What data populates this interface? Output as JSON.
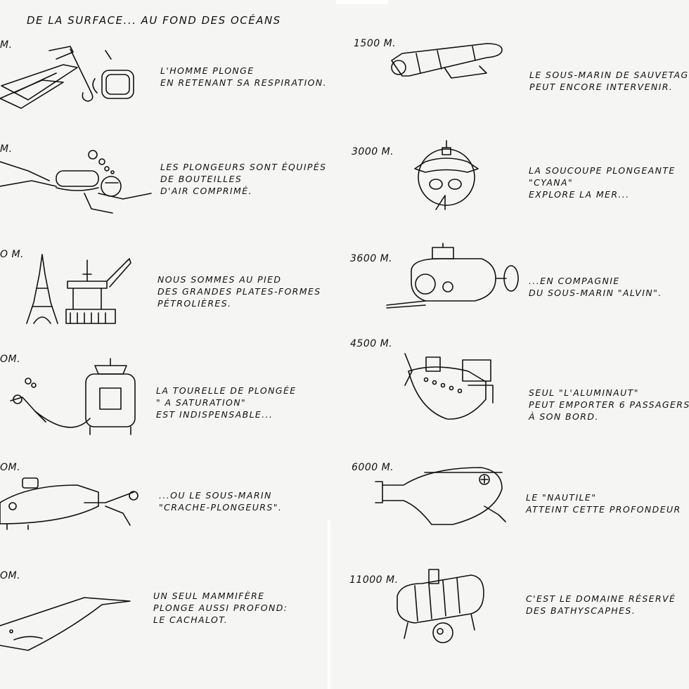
{
  "title": "DE LA SURFACE... AU FOND DES OCÉANS",
  "left_column": [
    {
      "depth": "M.",
      "lines": [
        "L'HOMME PLONGE",
        "EN RETENANT SA RESPIRATION."
      ]
    },
    {
      "depth": "M.",
      "lines": [
        "LES PLONGEURS SONT ÉQUIPÉS",
        "DE BOUTEILLES",
        "D'AIR COMPRIMÉ."
      ]
    },
    {
      "depth": "O M.",
      "lines": [
        "NOUS SOMMES AU PIED",
        "DES GRANDES PLATES-FORMES",
        "PÉTROLIÈRES."
      ]
    },
    {
      "depth": "OM.",
      "lines": [
        "LA TOURELLE DE PLONGÉE",
        "\" A SATURATION\"",
        "EST INDISPENSABLE..."
      ]
    },
    {
      "depth": "OM.",
      "lines": [
        "...OU LE SOUS-MARIN",
        "\"CRACHE-PLONGEURS\"."
      ]
    },
    {
      "depth": "OM.",
      "lines": [
        "UN SEUL MAMMIFÈRE",
        "PLONGE AUSSI PROFOND:",
        "LE CACHALOT."
      ]
    }
  ],
  "right_column": [
    {
      "depth": "1500 M.",
      "lines": [
        "LE SOUS-MARIN DE SAUVETAGE",
        "PEUT ENCORE INTERVENIR."
      ]
    },
    {
      "depth": "3000 M.",
      "lines": [
        "LA SOUCOUPE PLONGEANTE",
        "\"CYANA\"",
        "EXPLORE LA MER..."
      ]
    },
    {
      "depth": "3600 M.",
      "lines": [
        "...EN COMPAGNIE",
        "DU SOUS-MARIN \"ALVIN\"."
      ]
    },
    {
      "depth": "4500 M.",
      "lines": [
        "SEUL \"L'ALUMINAUT\"",
        "PEUT EMPORTER 6 PASSAGERS",
        "À SON BORD."
      ]
    },
    {
      "depth": "6000 M.",
      "lines": [
        "LE \"NAUTILE\"",
        "ATTEINT CETTE PROFONDEUR"
      ]
    },
    {
      "depth": "11000 M.",
      "lines": [
        "C'EST LE DOMAINE RÉSERVÉ",
        "DES BATHYSCAPHES."
      ]
    }
  ],
  "illustrations": {
    "left": [
      "snorkel-mask-fins-icon",
      "scuba-diver-icon",
      "eiffel-tower-and-oil-platform-icon",
      "diving-bell-with-diver-icon",
      "diver-lockout-submarine-icon",
      "sperm-whale-icon"
    ],
    "right": [
      "rescue-submarine-icon",
      "cyana-saucer-icon",
      "alvin-submarine-icon",
      "aluminaut-submarine-icon",
      "nautile-submarine-icon",
      "bathyscaphe-icon"
    ]
  }
}
